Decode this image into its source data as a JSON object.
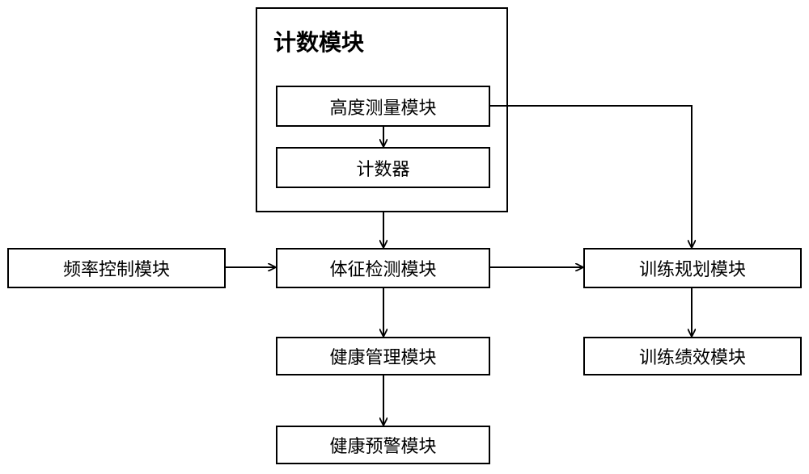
{
  "counting_group": {
    "title": "计数模块",
    "height_measurement": "高度测量模块",
    "counter": "计数器"
  },
  "modules": {
    "frequency_control": "频率控制模块",
    "vital_sign_detection": "体征检测模块",
    "training_planning": "训练规划模块",
    "health_management": "健康管理模块",
    "training_performance": "训练绩效模块",
    "health_warning": "健康预警模块"
  }
}
